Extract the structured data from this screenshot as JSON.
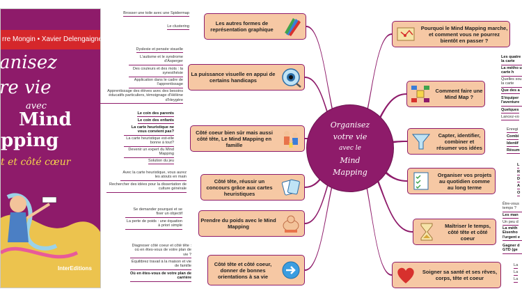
{
  "book": {
    "authors": "rre Mongin  • Xavier Delengaigne",
    "title_line1": "anisez",
    "title_line2": "re vie",
    "title_line3": "avec",
    "title_line4": "Mind",
    "title_line5": "pping",
    "title_line6": "t et côté cœur",
    "publisher": "InterEditions"
  },
  "center": {
    "line1": "Organisez",
    "line2": "votre vie",
    "line3": "avec le",
    "line4": "Mind",
    "line5": "Mapping"
  },
  "left_nodes": [
    {
      "label": "Les autres formes de représentation graphique",
      "icon": "pencils-icon",
      "leaves": [
        "Brosser une toile avec une Spidermap",
        "Le clustering"
      ]
    },
    {
      "label": "La puissance visuelle en appui de certains handicaps",
      "icon": "eye-icon",
      "leaves": [
        "Dyslexie et pensée visuelle",
        "L'autisme et le syndrome d'Asperger",
        "Des couleurs et des mots : la synesthésie",
        "Application dans le cadre de l'apprentissage",
        "Apprentissage des élèves avec des besoins éducatifs particuliers, témoignage d'Hélène d'Heygère"
      ]
    },
    {
      "label": "Côté coeur bien sûr mais aussi côté tête, Le Mind Mapping en famille",
      "icon": "family-icon",
      "leaves": [
        "Le coin des parents",
        "Le coin des enfants",
        "La carte heuristique ne vous convient pas?",
        "La carte heuristique est-elle bonne à tout?",
        "Devenir un expert du Mind Mapping",
        "Solution du jeu"
      ]
    },
    {
      "label": "Côté tête, réussir un concours grâce aux cartes heuristiques",
      "icon": "cards-icon",
      "leaves": [
        "Avec la carte heuristique, vous aurez les atouts en main",
        "Rechercher des idées pour la dissertation de culture générale"
      ]
    },
    {
      "label": "Prendre du poids avec le Mind Mapping",
      "icon": "weight-icon",
      "leaves": [
        "Se demander pourquoi et se fixer un objectif",
        "La perte de poids : une équation à priori simple"
      ]
    },
    {
      "label": "Côté tête et côté coeur, donner de bonnes orientations à sa vie",
      "icon": "arrow-right-icon",
      "leaves": [
        "Diagnoser côté coeur et côté tête : où en êtes-vous de votre plan de vie ?",
        "Équilibrez travail à la maison et vie de famille",
        "Où en êtes-vous de votre plan de carrière"
      ]
    }
  ],
  "right_nodes": [
    {
      "label": "Pourquoi le Mind Mapping marche, et comment vous ne pourrez bientôt en passer ?",
      "icon": "map-icon",
      "leaves": []
    },
    {
      "label": "Comment faire une Mind Map ?",
      "icon": "mindmap-icon",
      "leaves": [
        "Les quatre de la carte",
        "La métho une carte h",
        "Quelles sou de la carte",
        "Que des a",
        "S'équiper l'aventure",
        "Quelques",
        "Lancez-vo"
      ]
    },
    {
      "label": "Capter, identifier, combiner et résumer vos idées",
      "icon": "funnel-icon",
      "leaves": [
        "Enregi",
        "Combi",
        "Identif",
        "Résum"
      ]
    },
    {
      "label": "Organiser vos projets au quotidien comme au long terme",
      "icon": "checklist-icon",
      "leaves": [
        "L",
        "R",
        "D",
        "A",
        "O"
      ]
    },
    {
      "label": "Maîtriser le temps, côté tête et côté coeur",
      "icon": "hourglass-icon",
      "leaves": [
        "Être-vous temps ?",
        "Les man",
        "Un peu d",
        "La méth Eisenho l'urgent e",
        "Gagner d GTD (ge"
      ]
    },
    {
      "label": "Soigner sa santé  et ses rêves, corps, tête et coeur",
      "icon": "heart-icon",
      "leaves": [
        "La",
        "La",
        "La"
      ]
    }
  ]
}
